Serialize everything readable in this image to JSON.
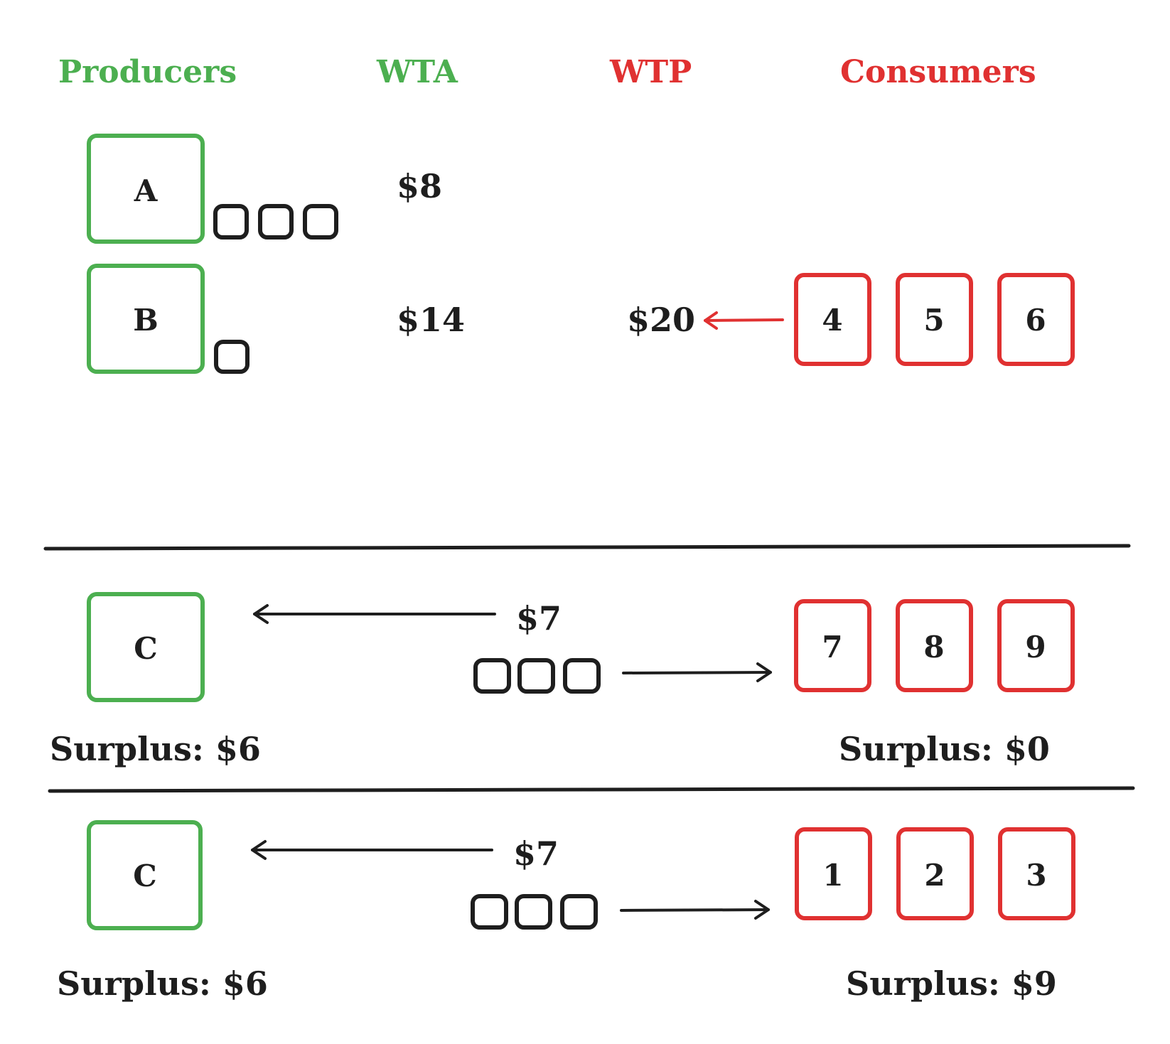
{
  "colors": {
    "producer": "#4caf50",
    "consumer": "#e03131",
    "ink": "#1e1e1e"
  },
  "headers": {
    "producers": "Producers",
    "wta": "WTA",
    "wtp": "WTP",
    "consumers": "Consumers"
  },
  "top_section": {
    "producer_a": {
      "label": "A",
      "wta": "$8",
      "units": 3
    },
    "producer_b": {
      "label": "B",
      "wta": "$14",
      "units": 1
    },
    "wtp_value": "$20",
    "consumers": [
      "4",
      "5",
      "6"
    ]
  },
  "middle_section": {
    "producer": "C",
    "price": "$7",
    "units": 3,
    "consumers": [
      "7",
      "8",
      "9"
    ],
    "producer_surplus": "Surplus: $6",
    "consumer_surplus": "Surplus: $0"
  },
  "bottom_section": {
    "producer": "C",
    "price": "$7",
    "units": 3,
    "consumers": [
      "1",
      "2",
      "3"
    ],
    "producer_surplus": "Surplus: $6",
    "consumer_surplus": "Surplus: $9"
  }
}
